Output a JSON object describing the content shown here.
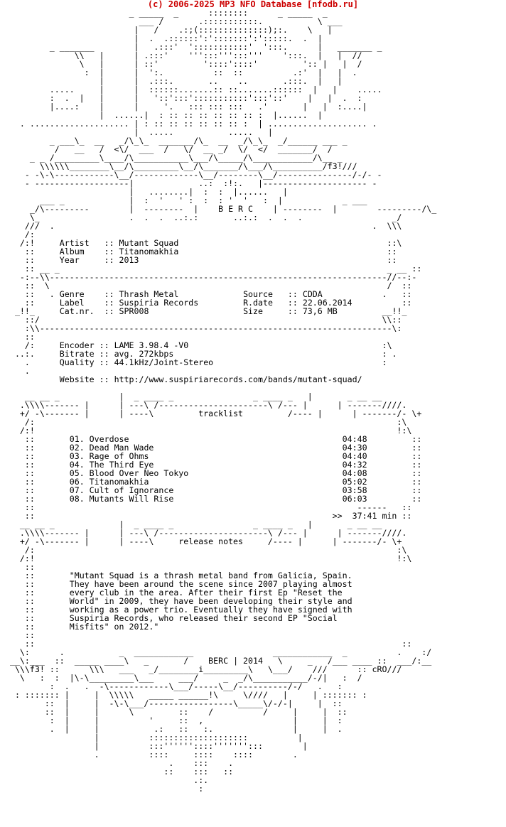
{
  "header": {
    "text": "(c) 2006-2025 MP3 NFO Database [nfodb.ru]"
  },
  "release": {
    "group": "B E R C",
    "artist_label": "Artist",
    "artist": "Mutant Squad",
    "album_label": "Album",
    "album": "Titanomakhia",
    "year_label": "Year",
    "year": "2013",
    "genre_label": "Genre",
    "genre": "Thrash Metal",
    "label_label": "Label",
    "label": "Suspiria Records",
    "catnr_label": "Cat.nr.",
    "catnr": "SPR008",
    "source_label": "Source",
    "source": "CDDA",
    "rdate_label": "R.date",
    "rdate": "22.06.2014",
    "size_label": "Size",
    "size": "73,6 MB",
    "encoder_label": "Encoder",
    "encoder": "LAME 3.98.4 -V0",
    "bitrate_label": "Bitrate",
    "bitrate": "avg. 272kbps",
    "quality_label": "Quality",
    "quality": "44.1kHz/Joint-Stereo",
    "website_label": "Website",
    "website": "http://www.suspiriarecords.com/bands/mutant-squad/"
  },
  "tracklist": {
    "title": "tracklist",
    "tracks": [
      {
        "num": "01.",
        "title": "Overdose",
        "time": "04:48"
      },
      {
        "num": "02.",
        "title": "Dead Man Wade",
        "time": "04:30"
      },
      {
        "num": "03.",
        "title": "Rage of Ohms",
        "time": "04:40"
      },
      {
        "num": "04.",
        "title": "The Third Eye",
        "time": "04:32"
      },
      {
        "num": "05.",
        "title": "Blood Over Neo Tokyo",
        "time": "04:08"
      },
      {
        "num": "06.",
        "title": "Titanomakhia",
        "time": "05:02"
      },
      {
        "num": "07.",
        "title": "Cult of Ignorance",
        "time": "03:58"
      },
      {
        "num": "08.",
        "title": "Mutants Will Rise",
        "time": "06:03"
      }
    ],
    "total": "37:41 min"
  },
  "notes": {
    "title": "release notes",
    "lines": [
      "\"Mutant Squad is a thrash metal band from Galicia, Spain.",
      "They have been around the scene since 2007 playing almost",
      "every club in the area. After their first Ep \"Reset the",
      "World\" in 2009, they have been developing their style and",
      "working as a power trio. Eventually they have signed with",
      "Suspiria Records, who released their second EP \"Social",
      "Misfits\" on 2012.\""
    ]
  },
  "footer": {
    "group": "BERC",
    "year": "2014",
    "tag_left": "f3!",
    "tag_right": "cRO"
  },
  "art": {
    "logo_tag": "f3!"
  }
}
